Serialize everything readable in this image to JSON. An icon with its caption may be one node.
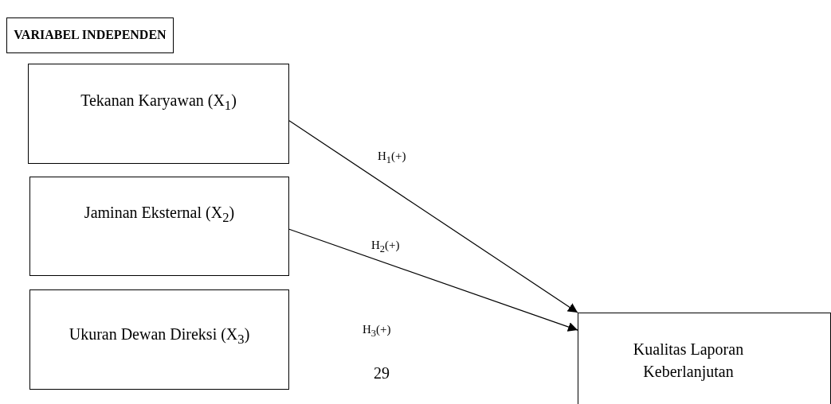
{
  "diagram": {
    "nodes": [
      {
        "text": [
          "VARIABEL INDEPENDEN"
        ]
      },
      {
        "text": [
          "Tekanan Karyawan (X$_{1}$)"
        ]
      },
      {
        "text": [
          "Jaminan Eksternal (X$_{2}$)"
        ]
      },
      {
        "text": [
          "Ukuran Dewan Direksi (X$_{3}$)"
        ]
      },
      {
        "text": [
          "Kualitas Laporan Keberlanjutan"
        ]
      }
    ],
    "edges": [
      {
        "from": 1,
        "to": 4,
        "arrow": "to",
        "label": "H$_{1}$(+)"
      },
      {
        "from": 2,
        "to": 4,
        "arrow": "to",
        "label": "H$_{2}$(+)"
      }
    ],
    "labels": [
      "H$_{3}$(+)",
      "29"
    ]
  }
}
